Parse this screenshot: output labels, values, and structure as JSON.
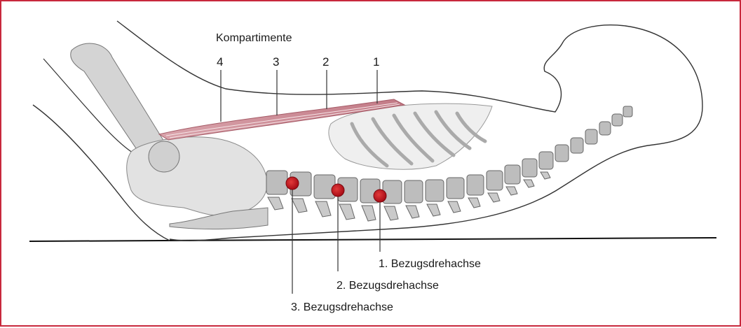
{
  "title": "Kompartimente",
  "compartments": [
    "4",
    "3",
    "2",
    "1"
  ],
  "axes": [
    "1. Bezugsdrehachse",
    "2. Bezugsdrehachse",
    "3. Bezugsdrehachse"
  ],
  "colors": {
    "frame": "#c8283c",
    "muscle": "#c98a94",
    "axis_dot": "#c0141e",
    "bone": "#bdbdbd",
    "outline": "#333333"
  }
}
